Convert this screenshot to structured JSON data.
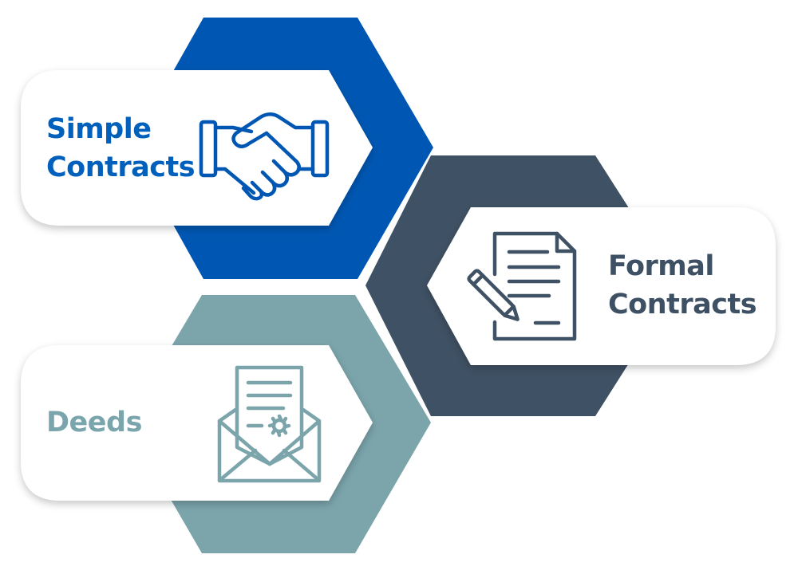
{
  "items": [
    {
      "key": "simple",
      "label_lines": [
        "Simple",
        "Contracts"
      ],
      "icon": "handshake-icon",
      "color": "#0060bb",
      "hex_color": "#0057b3"
    },
    {
      "key": "formal",
      "label_lines": [
        "Formal",
        "Contracts"
      ],
      "icon": "document-pen-icon",
      "color": "#3e5064",
      "hex_color": "#3f5164"
    },
    {
      "key": "deeds",
      "label_lines": [
        "Deeds"
      ],
      "icon": "sealed-envelope-icon",
      "color": "#7aa5ad",
      "hex_color": "#7ba4ab"
    }
  ],
  "card_background": "#ffffff"
}
